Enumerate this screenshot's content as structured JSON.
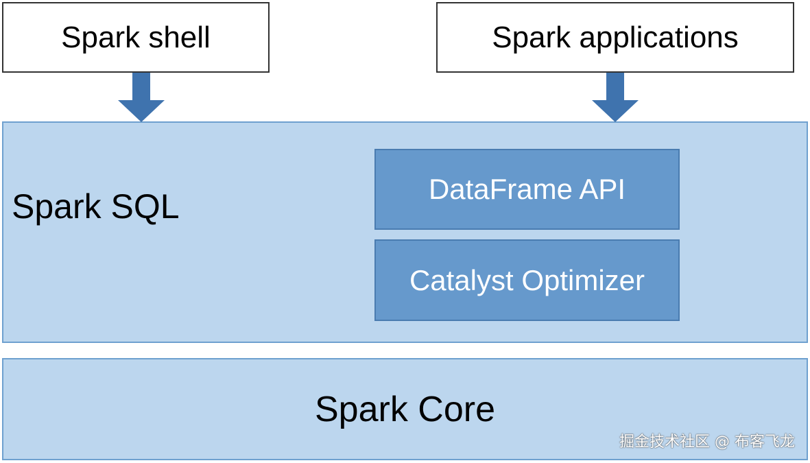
{
  "inputs": {
    "shell": "Spark shell",
    "applications": "Spark applications"
  },
  "spark_sql": {
    "label": "Spark SQL",
    "components": {
      "dataframe": "DataFrame API",
      "catalyst": "Catalyst Optimizer"
    }
  },
  "spark_core": {
    "label": "Spark Core"
  },
  "watermark": "掘金技术社区 @ 布客飞龙",
  "colors": {
    "layer_fill": "#bcd6ee",
    "layer_border": "#6ea0cf",
    "component_fill": "#6699cc",
    "arrow_fill": "#3f73ae"
  },
  "arrows": [
    {
      "from": "Spark shell",
      "to": "Spark SQL",
      "icon": "down-arrow-icon"
    },
    {
      "from": "Spark applications",
      "to": "Spark SQL",
      "icon": "down-arrow-icon"
    }
  ]
}
